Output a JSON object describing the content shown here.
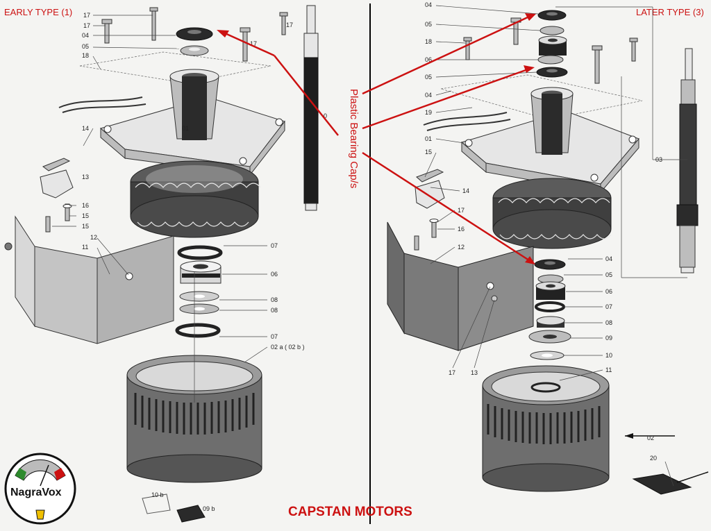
{
  "left": {
    "heading": "EARLY TYPE (1)",
    "labels": {
      "l17a": "17",
      "l17b": "17",
      "l04": "04",
      "l05": "05",
      "l18": "18",
      "l17c": "17",
      "l17d": "17",
      "l01": "01",
      "l14": "14",
      "l13": "13",
      "l16": "16",
      "l15a": "15",
      "l15b": "15",
      "l12": "12",
      "l11": "11",
      "l07a": "07",
      "l06": "06",
      "l08a": "08",
      "l08b": "08",
      "l07b": "07",
      "l02": "02 a ( 02 b )",
      "l10b": "10 b",
      "l09b": "09 b",
      "l0": "0"
    }
  },
  "right": {
    "heading": "LATER TYPE (3)",
    "labels": {
      "r04a": "04",
      "r05a": "05",
      "r18": "18",
      "r06a": "06",
      "r05b": "05",
      "r04b": "04",
      "r19": "19",
      "r01": "01",
      "r15": "15",
      "r14": "14",
      "r17a": "17",
      "r16": "16",
      "r03": "03",
      "r12": "12",
      "r04c": "04",
      "r05c": "05",
      "r06b": "06",
      "r07": "07",
      "r08": "08",
      "r09": "09",
      "r10": "10",
      "r11": "11",
      "r17b": "17",
      "r13": "13",
      "r02": "02",
      "r20": "20"
    }
  },
  "annotation": "Plastic Bearing Cap/s",
  "caption": "CAPSTAN MOTORS",
  "logo": {
    "text": "NagraVox"
  },
  "colors": {
    "accent": "#cc1111",
    "divider": "#000000"
  }
}
